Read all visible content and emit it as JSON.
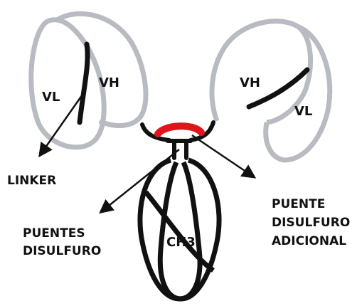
{
  "labels": {
    "vl_left": "VL",
    "vh_left": "VH",
    "vh_right": "VH",
    "vl_right": "VL",
    "linker": "LINKER",
    "puentes_line1": "PUENTES",
    "puentes_line2": "DISULFURO",
    "puente_adicional_line1": "PUENTE",
    "puente_adicional_line2": "DISULFURO",
    "puente_adicional_line3": "ADICIONAL",
    "ch3": "CH3"
  },
  "colors": {
    "domain_outline": "#b8bcc2",
    "backbone": "#111111",
    "additional_disulfide": "#e0141b",
    "text": "#111111",
    "background": "#ffffff"
  }
}
